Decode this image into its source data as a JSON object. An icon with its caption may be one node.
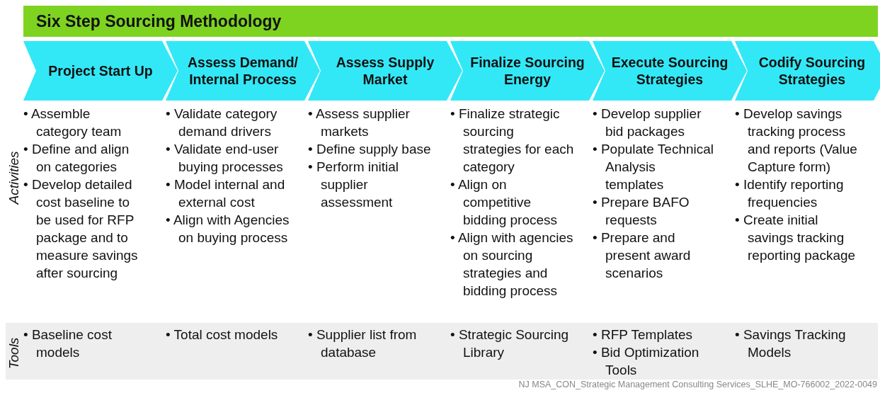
{
  "diagram": {
    "title": "Six Step Sourcing Methodology",
    "nodes": [
      {
        "text": [
          "Project Start Up"
        ]
      },
      {
        "text": [
          "Assess Demand/ Internal Process"
        ]
      },
      {
        "text": [
          "Assess Supply Market"
        ]
      },
      {
        "text": [
          "Finalize Sourcing Energy"
        ]
      },
      {
        "text": [
          "Execute Sourcing Strategies"
        ]
      },
      {
        "text": [
          "Codify Sourcing Strategies"
        ]
      }
    ],
    "edges": [],
    "labels": [
      "Activities",
      "• Assemble category team",
      "• Define and align on categories",
      "• Develop detailed cost baseline to be used for RFP package and to measure savings after sourcing",
      "• Validate category demand drivers",
      "• Validate end-user buying processes",
      "• Model internal and external cost",
      "• Align with Agencies on buying process",
      "• Assess supplier markets",
      "• Define supply base",
      "• Perform initial supplier assessment",
      "• Finalize strategic sourcing strategies for each category",
      "• Align on competitive bidding process",
      "• Align with agencies on sourcing strategies and bidding process",
      "• Develop supplier bid packages",
      "• Populate Technical Analysis templates",
      "• Prepare BAFO requests",
      "• Prepare and present award scenarios",
      "• Develop savings tracking process and reports (Value Capture form)",
      "• Identify reporting frequencies",
      "• Create initial savings tracking reporting package",
      "Tools",
      "• Baseline cost models",
      "• Total cost models",
      "• Supplier list from database",
      "• Strategic Sourcing Library",
      "• RFP Templates",
      "• Bid Optimization Tools",
      "• Savings Tracking Models",
      "NJ MSA_CON_Strategic Management Consulting Services_SLHE_MO-766002_2022-0049"
    ]
  }
}
